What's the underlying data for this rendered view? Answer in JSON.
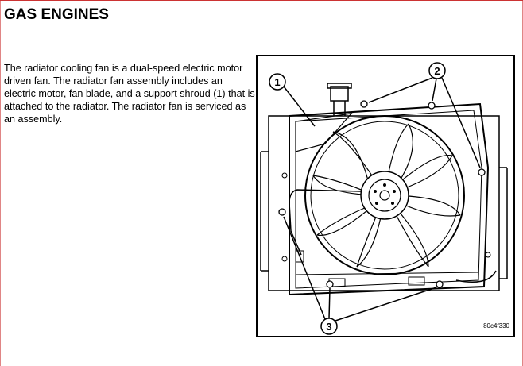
{
  "page": {
    "title": "GAS ENGINES",
    "description": "The radiator cooling fan is a dual-speed electric motor driven fan. The radiator fan assembly includes an electric motor, fan blade, and a support shroud (1) that is attached to the radiator. The radiator fan is serviced as an assembly."
  },
  "figure": {
    "callouts": [
      "1",
      "2",
      "3"
    ],
    "code": "80c4f330"
  }
}
